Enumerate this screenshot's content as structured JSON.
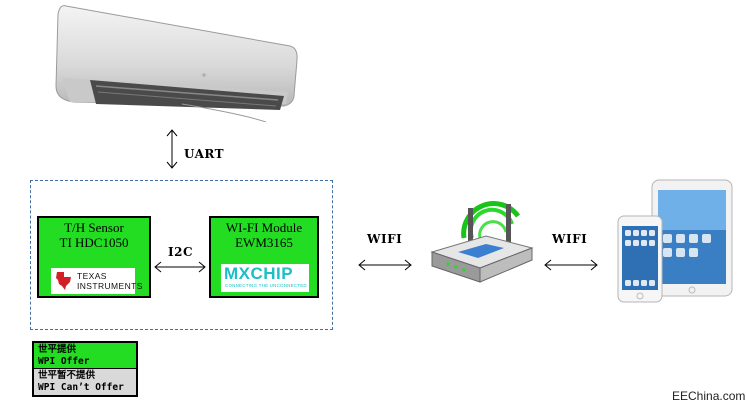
{
  "labels": {
    "uart": "UART",
    "i2c": "I2C",
    "wifi_left": "WIFI",
    "wifi_right": "WIFI"
  },
  "sensor_module": {
    "line1": "T/H Sensor",
    "line2": "TI HDC1050",
    "logo_text_1": "TEXAS",
    "logo_text_2": "INSTRUMENTS"
  },
  "wifi_module": {
    "line1": "WI-FI Module",
    "line2": "EWM3165",
    "logo_word": "MXCHIP",
    "logo_tagline": "CONNECTING THE UNCONNECTED"
  },
  "legend": {
    "offer_cn": "世平提供",
    "offer_en": "WPI Offer",
    "cant_cn": "世平暂不提供",
    "cant_en": "WPI Can’t Offer"
  },
  "colors": {
    "module_green": "#22dd22",
    "frame_blue": "#3f6fa3",
    "legend_gray": "#d9d9d9",
    "mxchip_cyan": "#1abfc7"
  },
  "watermark": "EEChina.com"
}
